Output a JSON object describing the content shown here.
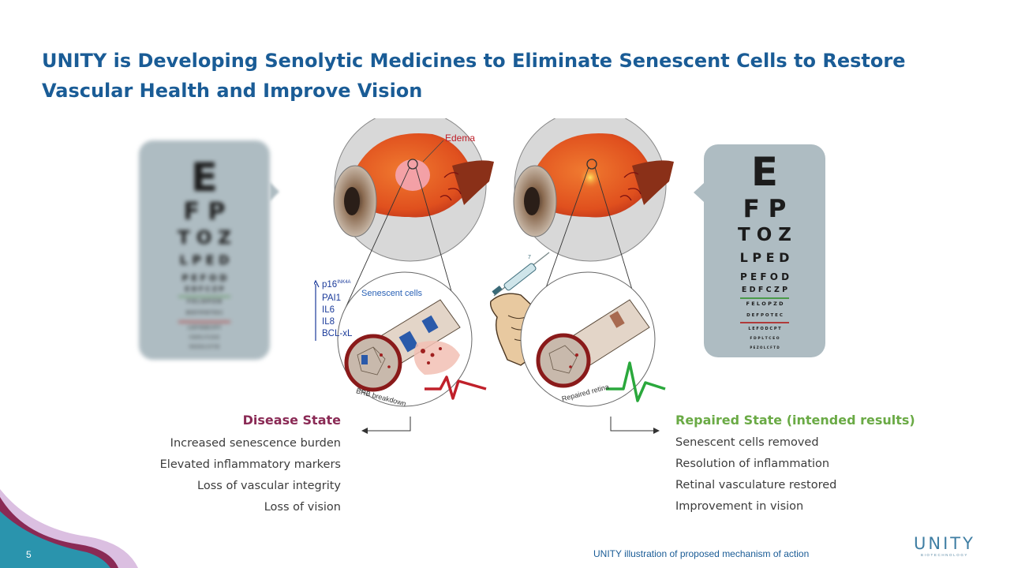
{
  "slide": {
    "title": "UNITY is Developing Senolytic Medicines to Eliminate Senescent Cells to Restore Vascular Health and Improve Vision",
    "page_number": "5",
    "caption": "UNITY illustration of proposed mechanism of action"
  },
  "logo": {
    "name": "UNITY",
    "tagline": "BIOTECHNOLOGY"
  },
  "eye_chart": {
    "rows": [
      "E",
      "F P",
      "T O Z",
      "L P E D",
      "P E F O D",
      "E D F C Z P",
      "F E L O P Z D",
      "D E F P O T E C",
      "L E F O D C P T",
      "F D P L T C E O",
      "P E Z O L C F T D"
    ]
  },
  "illustration": {
    "edema_label": "Edema",
    "senescent_label": "Senescent cells",
    "markers": [
      "p16",
      "PAI1",
      "IL6",
      "IL8",
      "BCL-xL"
    ],
    "p16_superscript": "INK4A",
    "brb_label": "BRB breakdown",
    "repaired_label": "Repaired retina",
    "syringe_mark": "7"
  },
  "disease_state": {
    "title": "Disease State",
    "items": [
      "Increased senescence burden",
      "Elevated inflammatory markers",
      "Loss of vascular integrity",
      "Loss of vision"
    ]
  },
  "repaired_state": {
    "title": "Repaired State (intended results)",
    "items": [
      "Senescent cells removed",
      "Resolution of inflammation",
      "Retinal vasculature restored",
      "Improvement in vision"
    ]
  },
  "colors": {
    "title_blue": "#1a5c96",
    "disease_title": "#8a2a55",
    "repaired_title": "#6aaa45",
    "chart_bg": "#aebcc2",
    "ekg_red": "#c0202a",
    "ekg_green": "#2aa83c"
  },
  "icons": [
    "up-arrow-icon",
    "left-arrow-icon",
    "right-arrow-icon",
    "syringe-icon",
    "hand-icon"
  ]
}
